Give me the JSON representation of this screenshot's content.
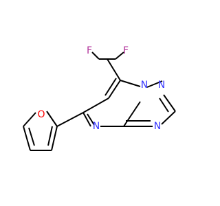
{
  "molecule": {
    "atoms": {
      "f_left": {
        "symbol": "F",
        "color": "#b2339b"
      },
      "f_right": {
        "symbol": "F",
        "color": "#b2339b"
      },
      "n_top_right": {
        "symbol": "N",
        "color": "#3333ff"
      },
      "n_bridge": {
        "symbol": "N",
        "color": "#3333ff"
      },
      "n_pyrimidine": {
        "symbol": "N",
        "color": "#3333ff"
      },
      "n_triazole": {
        "symbol": "N",
        "color": "#3333ff"
      },
      "o_furan": {
        "symbol": "O",
        "color": "#ff0000"
      }
    },
    "bond_color": "#000000"
  }
}
